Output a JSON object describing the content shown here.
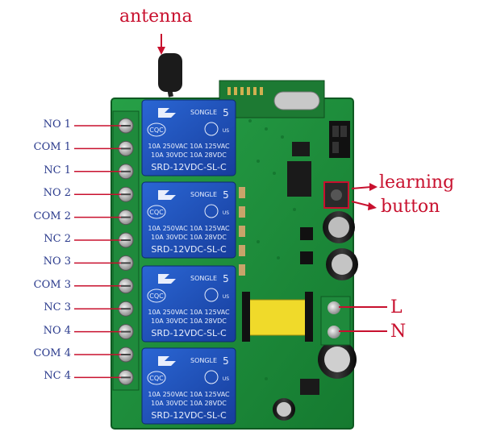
{
  "labels": {
    "antenna": "antenna",
    "learning": "learning",
    "button": "button",
    "L": "L",
    "N": "N"
  },
  "terminals": [
    "NO 1",
    "COM 1",
    "NC 1",
    "NO 2",
    "COM 2",
    "NC 2",
    "NO 3",
    "COM 3",
    "NC 3",
    "NO 4",
    "COM 4",
    "NC 4"
  ],
  "relay": {
    "brand": "SONGLE",
    "rating_1": "10A 250VAC  10A 125VAC",
    "rating_2": "10A  30VDC  10A  28VDC",
    "model": "SRD-12VDC-SL-C",
    "badge": "5",
    "us": "US",
    "cqc": "CQC"
  },
  "colors": {
    "pcb": "#1f8a3c",
    "relay": "#1f4fb0",
    "label_blue": "#2a3a8c",
    "annotation_red": "#c8102e"
  }
}
